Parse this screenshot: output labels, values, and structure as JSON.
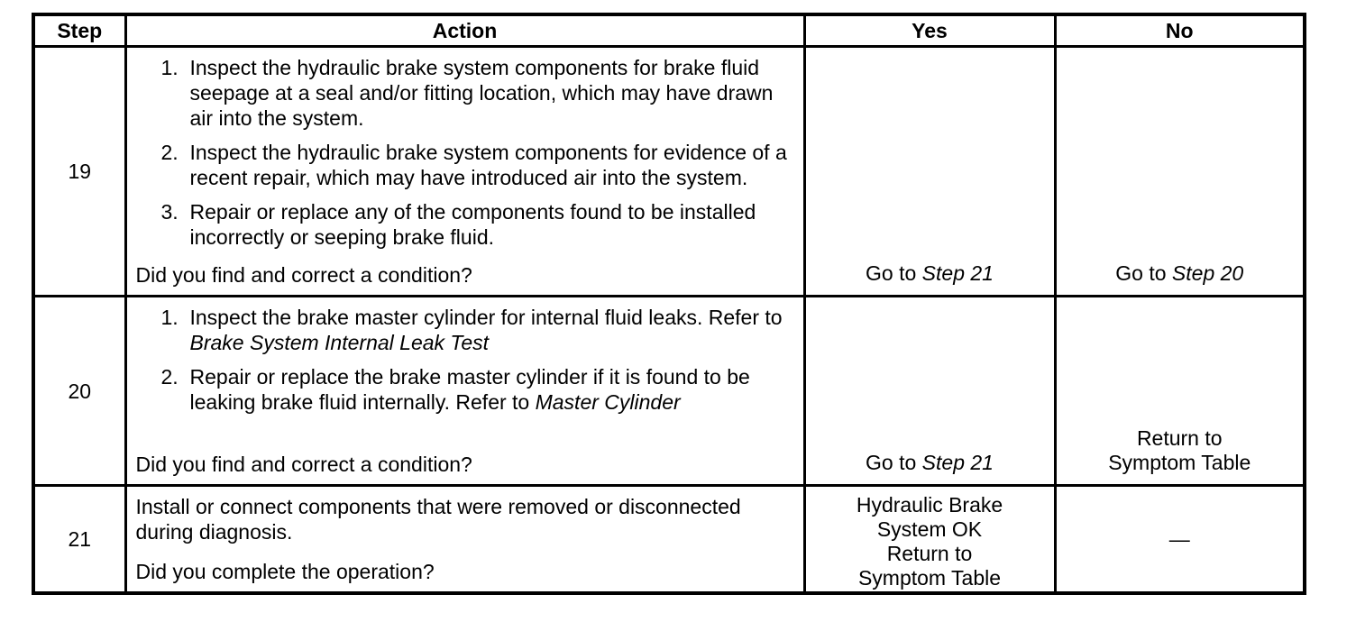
{
  "colors": {
    "ink": "#000000",
    "paper": "#ffffff"
  },
  "table": {
    "headers": {
      "step": "Step",
      "action": "Action",
      "yes": "Yes",
      "no": "No"
    },
    "rows": [
      {
        "step": "19",
        "items": [
          {
            "num": "1.",
            "text": "Inspect the hydraulic brake system components for brake fluid seepage at a seal and/or fitting location, which may have drawn air into the system.",
            "ref": ""
          },
          {
            "num": "2.",
            "text": "Inspect the hydraulic brake system components for evidence of a recent repair, which may have introduced air into the system.",
            "ref": ""
          },
          {
            "num": "3.",
            "text": "Repair or replace any of the components found to be installed incorrectly or seeping brake fluid.",
            "ref": ""
          }
        ],
        "question": "Did you find and correct a condition?",
        "yes": {
          "prefix": "Go to ",
          "ref": "Step 21"
        },
        "no": {
          "prefix": "Go to ",
          "ref": "Step 20"
        }
      },
      {
        "step": "20",
        "items": [
          {
            "num": "1.",
            "text": "Inspect the brake master cylinder for internal fluid leaks. Refer to ",
            "ref": "Brake System Internal Leak Test"
          },
          {
            "num": "2.",
            "text": "Repair or replace the brake master cylinder if it is found to be leaking brake fluid internally. Refer to ",
            "ref": "Master Cylinder"
          }
        ],
        "question": "Did you find and correct a condition?",
        "yes": {
          "prefix": "Go to ",
          "ref": "Step 21"
        },
        "no": {
          "lines": [
            "Return to",
            "Symptom Table"
          ]
        }
      },
      {
        "step": "21",
        "paragraph": "Install or connect components that were removed or disconnected during diagnosis.",
        "question": "Did you complete the operation?",
        "yes": {
          "blocks": [
            [
              "Hydraulic Brake",
              "System OK"
            ],
            [
              "Return to",
              "Symptom Table"
            ]
          ]
        },
        "no": {
          "dash": "—"
        }
      }
    ]
  }
}
